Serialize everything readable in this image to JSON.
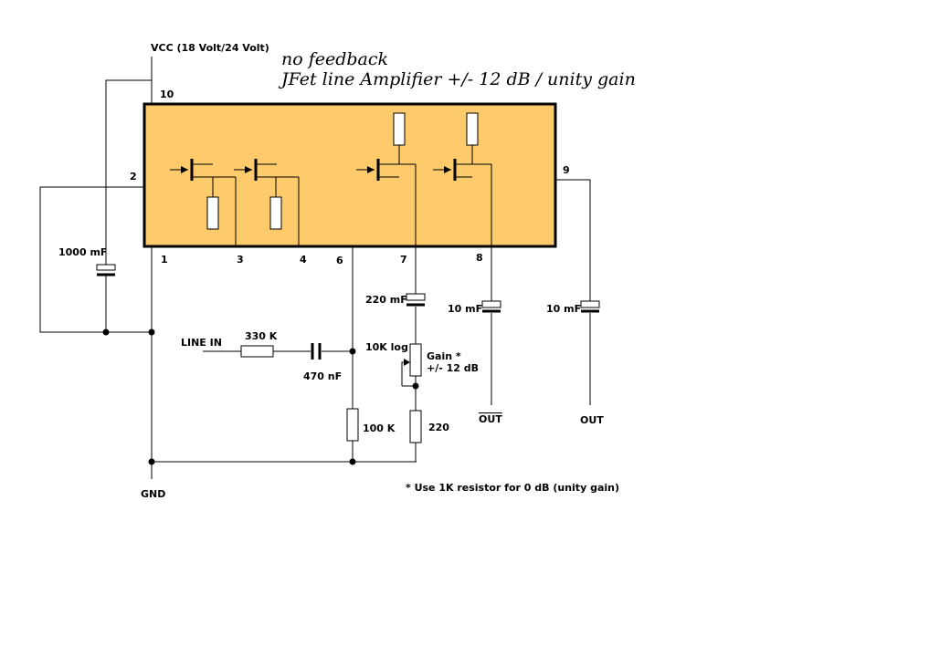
{
  "title": {
    "line1": "no feedback",
    "line2": "JFet  line Amplifier +/- 12 dB / unity gain"
  },
  "supply": {
    "vcc": "VCC  (18 Volt/24 Volt)",
    "gnd": "GND"
  },
  "pins": {
    "p1": "1",
    "p2": "2",
    "p3": "3",
    "p4": "4",
    "p6": "6",
    "p7": "7",
    "p8": "8",
    "p9": "9",
    "p10": "10"
  },
  "components": {
    "c_supply": "1000 mF",
    "line_in": "LINE IN",
    "r_in": "330 K",
    "c_in": "470 nF",
    "r_bias": "100 K",
    "c_gain": "220 mF",
    "pot": "10K log",
    "gain_note1": "Gain *",
    "gain_note2": "+/- 12 dB",
    "r_gain": "220",
    "c_out_inv": "10 mF",
    "out_inv": "OUT",
    "c_out": "10 mF",
    "out": "OUT"
  },
  "footnote": "* Use 1K resistor for 0 dB (unity gain)",
  "colors": {
    "module_fill": "#fdca6c",
    "module_border": "#000000"
  }
}
